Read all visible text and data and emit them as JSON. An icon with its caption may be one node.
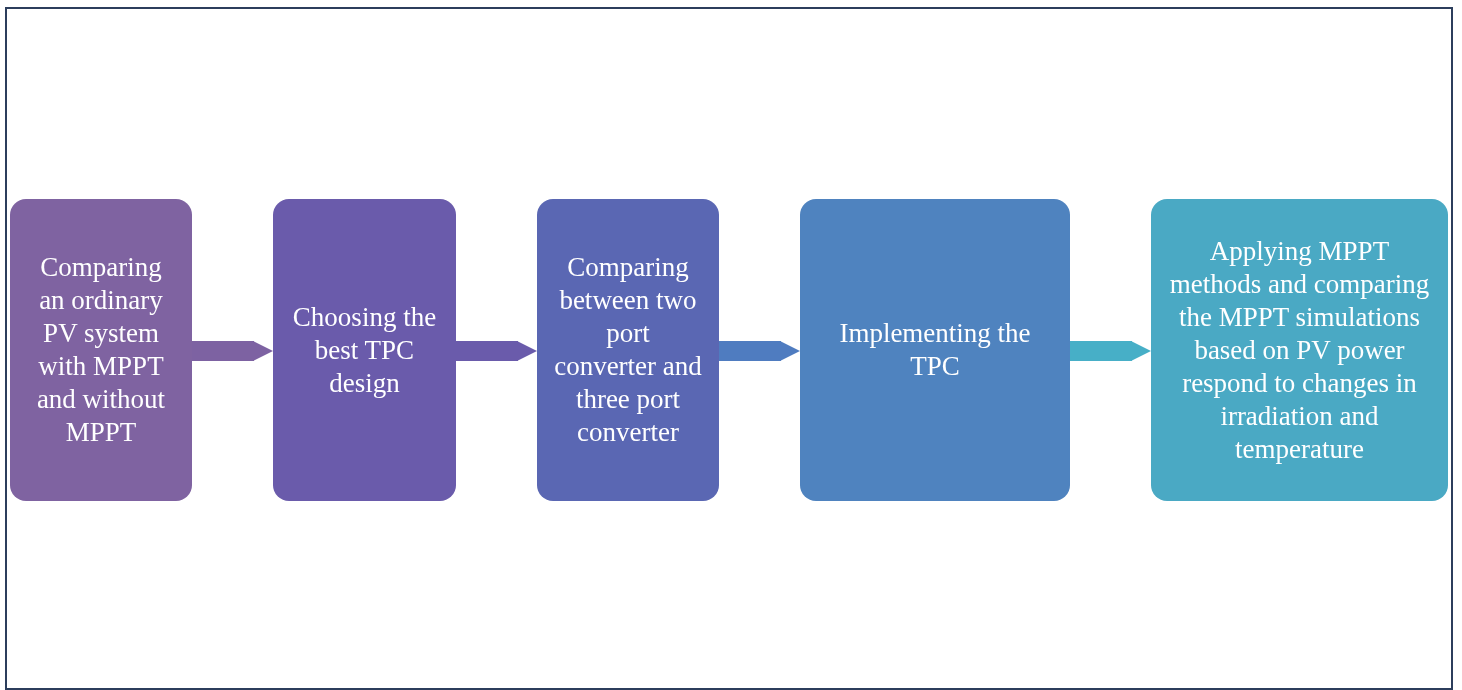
{
  "diagram": {
    "nodes": [
      {
        "text": [
          "Comparing an ordinary PV system with MPPT and without MPPT"
        ]
      },
      {
        "text": [
          "Choosing the best TPC design"
        ]
      },
      {
        "text": [
          "Comparing between two port converter and three port converter"
        ]
      },
      {
        "text": [
          "Implementing the TPC"
        ]
      },
      {
        "text": [
          "Applying MPPT methods and comparing the MPPT simulations based on PV power respond to changes in irradiation and temperature"
        ]
      }
    ],
    "edges": [
      {
        "from": 0,
        "to": 1,
        "arrow": "to",
        "color": "#7d62a2"
      },
      {
        "from": 1,
        "to": 2,
        "arrow": "to",
        "color": "#6a5bab"
      },
      {
        "from": 2,
        "to": 3,
        "arrow": "to",
        "color": "#4f7cc0"
      },
      {
        "from": 3,
        "to": 4,
        "arrow": "to",
        "color": "#47afc7"
      }
    ]
  }
}
